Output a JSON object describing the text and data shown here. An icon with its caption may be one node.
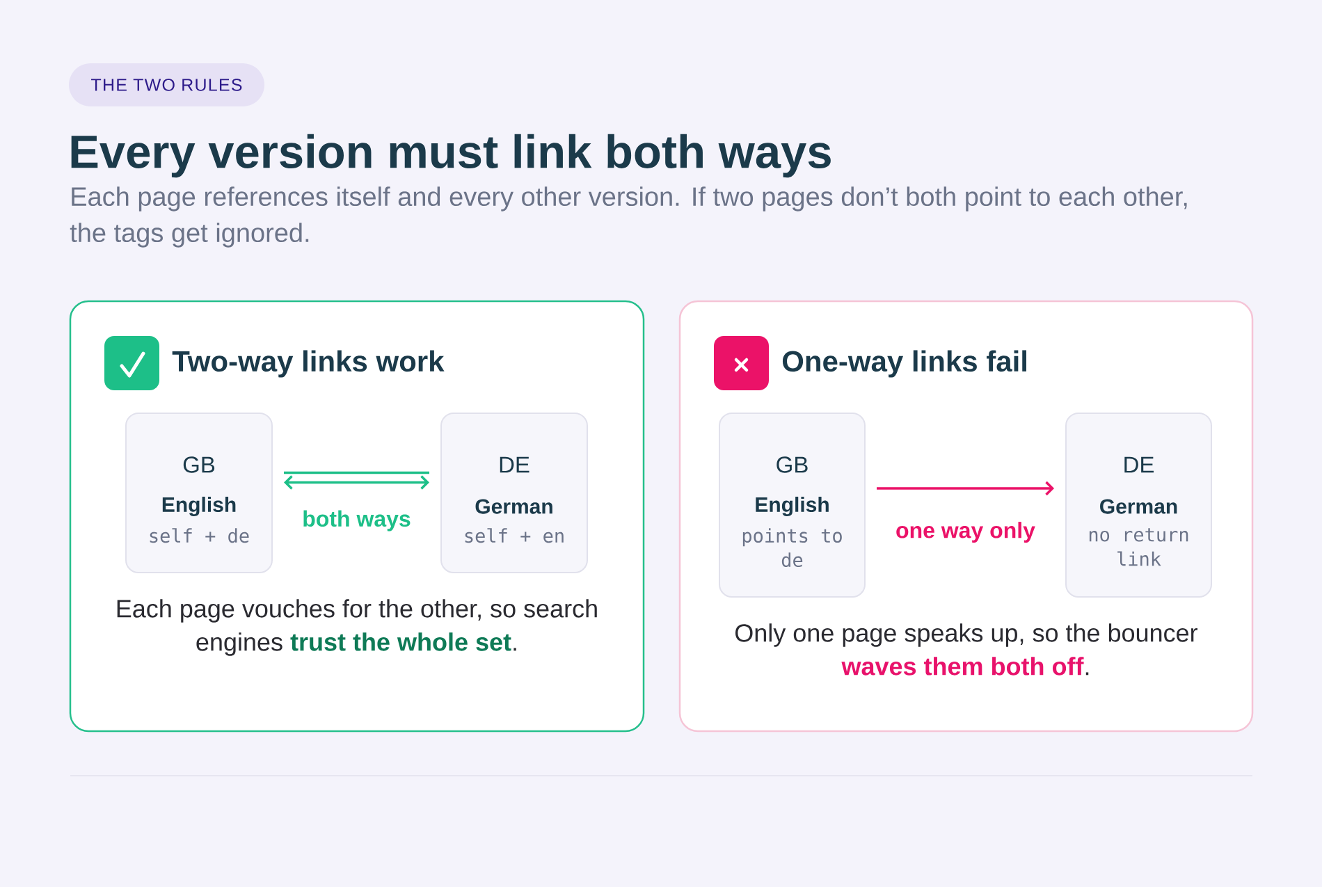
{
  "diagram": {
    "title": "Every version must link both ways",
    "nodes": [
      {
        "text": [
          "THE TWO RULES"
        ]
      },
      {
        "text": [
          "Two-way links work",
          "Each page vouches for the other, so search engines **trust the whole set**."
        ]
      },
      {
        "text": [
          "GB",
          "English",
          "self + de"
        ],
        "in": 1
      },
      {
        "text": [
          "DE",
          "German",
          "self + en"
        ],
        "in": 1
      },
      {
        "text": [
          "One-way links fail",
          "Only one page speaks up, so the bouncer **waves them both off**."
        ]
      },
      {
        "text": [
          "GB",
          "English",
          "points to de"
        ],
        "in": 4
      },
      {
        "text": [
          "DE",
          "German",
          "no return link"
        ],
        "in": 4
      }
    ],
    "edges": [
      {
        "from": 2,
        "to": 3,
        "arrow": "both",
        "label": "both ways",
        "color": "#1dbf88"
      },
      {
        "from": 5,
        "to": 6,
        "arrow": "to",
        "label": "one way only",
        "color": "#eb1268"
      }
    ],
    "labels": [
      "Each page references itself and every other version. If two pages don’t both point to each other, the tags get ignored."
    ]
  }
}
